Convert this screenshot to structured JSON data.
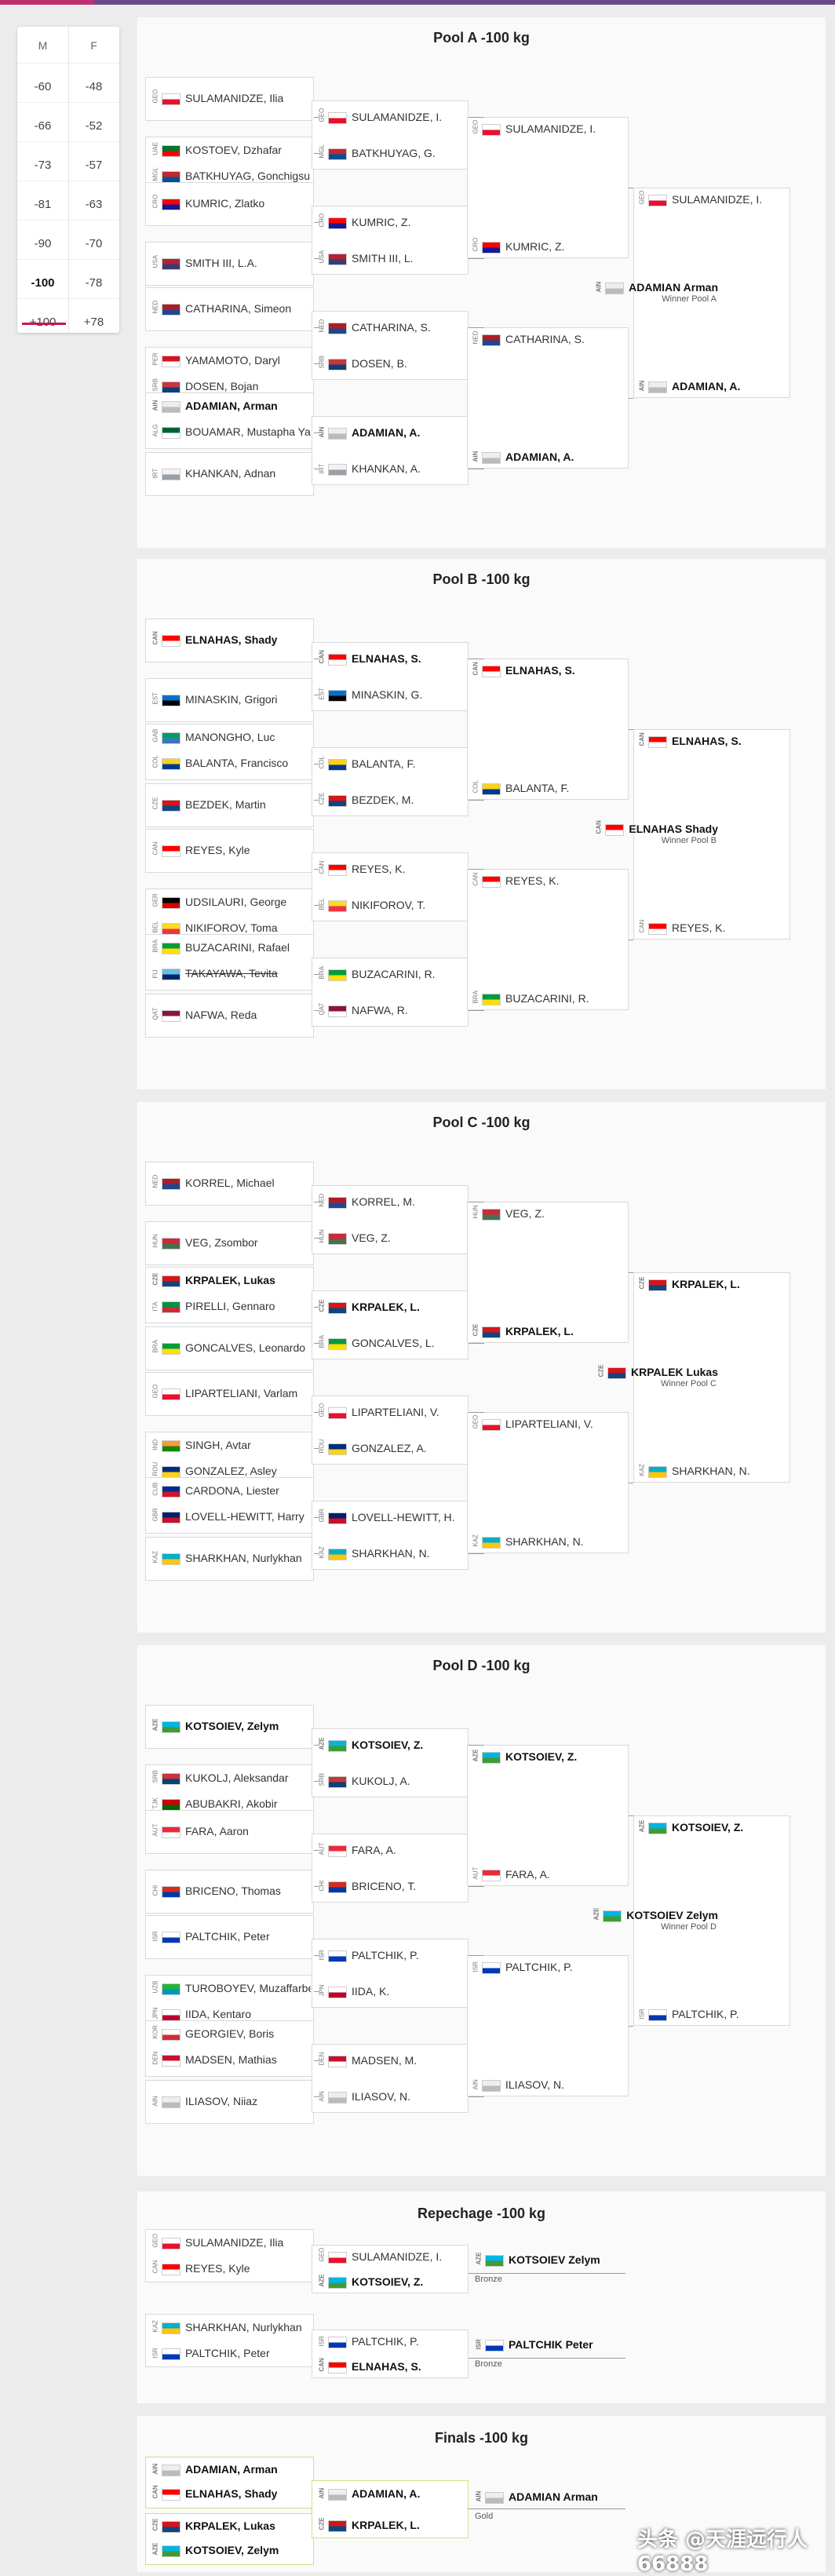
{
  "weights": {
    "headers": [
      "M",
      "F"
    ],
    "men": [
      "-60",
      "-66",
      "-73",
      "-81",
      "-90",
      "-100",
      "+100"
    ],
    "women": [
      "-48",
      "-52",
      "-57",
      "-63",
      "-70",
      "-78",
      "+78"
    ],
    "selected": "-100"
  },
  "colors": {
    "accent": "#c2185b",
    "top_bar": "#6b4a8c"
  },
  "pools": [
    {
      "title": "Pool A -100 kg",
      "r1": [
        [
          {
            "code": "GEO",
            "name": "SULAMANIDZE, Ilia",
            "bold": false
          }
        ],
        [
          {
            "code": "UAE",
            "name": "KOSTOEV, Dzhafar",
            "bold": false
          },
          {
            "code": "MGL",
            "name": "BATKHUYAG, Gonchigsuren",
            "bold": false
          }
        ],
        [
          {
            "code": "CRO",
            "name": "KUMRIC, Zlatko",
            "bold": false
          }
        ],
        [
          {
            "code": "USA",
            "name": "SMITH III, L.A.",
            "bold": false
          }
        ],
        [
          {
            "code": "NED",
            "name": "CATHARINA, Simeon",
            "bold": false
          }
        ],
        [
          {
            "code": "PER",
            "name": "YAMAMOTO, Daryl",
            "bold": false
          },
          {
            "code": "SRB",
            "name": "DOSEN, Bojan",
            "bold": false
          }
        ],
        [
          {
            "code": "AIN",
            "name": "ADAMIAN, Arman",
            "bold": true
          },
          {
            "code": "ALG",
            "name": "BOUAMAR, Mustapha Yasser",
            "bold": false
          }
        ],
        [
          {
            "code": "IRT",
            "name": "KHANKAN, Adnan",
            "bold": false
          }
        ]
      ],
      "r2": [
        [
          {
            "code": "GEO",
            "name": "SULAMANIDZE, I.",
            "bold": false
          },
          {
            "code": "MGL",
            "name": "BATKHUYAG, G.",
            "bold": false
          }
        ],
        [
          {
            "code": "CRO",
            "name": "KUMRIC, Z.",
            "bold": false
          },
          {
            "code": "USA",
            "name": "SMITH III, L.",
            "bold": false
          }
        ],
        [
          {
            "code": "NED",
            "name": "CATHARINA, S.",
            "bold": false
          },
          {
            "code": "SRB",
            "name": "DOSEN, B.",
            "bold": false
          }
        ],
        [
          {
            "code": "AIN",
            "name": "ADAMIAN, A.",
            "bold": true
          },
          {
            "code": "IRT",
            "name": "KHANKAN, A.",
            "bold": false
          }
        ]
      ],
      "r3": [
        [
          {
            "code": "GEO",
            "name": "SULAMANIDZE, I.",
            "bold": false
          },
          {
            "code": "CRO",
            "name": "KUMRIC, Z.",
            "bold": false
          }
        ],
        [
          {
            "code": "NED",
            "name": "CATHARINA, S.",
            "bold": false
          },
          {
            "code": "AIN",
            "name": "ADAMIAN, A.",
            "bold": true
          }
        ]
      ],
      "r4": [
        {
          "code": "GEO",
          "name": "SULAMANIDZE, I.",
          "bold": false
        },
        {
          "code": "AIN",
          "name": "ADAMIAN, A.",
          "bold": true
        }
      ],
      "winner": {
        "code": "AIN",
        "name": "ADAMIAN Arman",
        "label": "Winner Pool A"
      }
    },
    {
      "title": "Pool B -100 kg",
      "r1": [
        [
          {
            "code": "CAN",
            "name": "ELNAHAS, Shady",
            "bold": true
          }
        ],
        [
          {
            "code": "EST",
            "name": "MINASKIN, Grigori",
            "bold": false
          }
        ],
        [
          {
            "code": "GAB",
            "name": "MANONGHO, Luc",
            "bold": false
          },
          {
            "code": "COL",
            "name": "BALANTA, Francisco",
            "bold": false
          }
        ],
        [
          {
            "code": "CZE",
            "name": "BEZDEK, Martin",
            "bold": false
          }
        ],
        [
          {
            "code": "CAN",
            "name": "REYES, Kyle",
            "bold": false
          }
        ],
        [
          {
            "code": "GER",
            "name": "UDSILAURI, George",
            "bold": false
          },
          {
            "code": "BEL",
            "name": "NIKIFOROV, Toma",
            "bold": false
          }
        ],
        [
          {
            "code": "BRA",
            "name": "BUZACARINI, Rafael",
            "bold": false
          },
          {
            "code": "FIJ",
            "name": "TAKAYAWA, Tevita",
            "bold": false,
            "strike": true
          }
        ],
        [
          {
            "code": "QAT",
            "name": "NAFWA, Reda",
            "bold": false
          }
        ]
      ],
      "r2": [
        [
          {
            "code": "CAN",
            "name": "ELNAHAS, S.",
            "bold": true
          },
          {
            "code": "EST",
            "name": "MINASKIN, G.",
            "bold": false
          }
        ],
        [
          {
            "code": "COL",
            "name": "BALANTA, F.",
            "bold": false
          },
          {
            "code": "CZE",
            "name": "BEZDEK, M.",
            "bold": false
          }
        ],
        [
          {
            "code": "CAN",
            "name": "REYES, K.",
            "bold": false
          },
          {
            "code": "BEL",
            "name": "NIKIFOROV, T.",
            "bold": false
          }
        ],
        [
          {
            "code": "BRA",
            "name": "BUZACARINI, R.",
            "bold": false
          },
          {
            "code": "QAT",
            "name": "NAFWA, R.",
            "bold": false
          }
        ]
      ],
      "r3": [
        [
          {
            "code": "CAN",
            "name": "ELNAHAS, S.",
            "bold": true
          },
          {
            "code": "COL",
            "name": "BALANTA, F.",
            "bold": false
          }
        ],
        [
          {
            "code": "CAN",
            "name": "REYES, K.",
            "bold": false
          },
          {
            "code": "BRA",
            "name": "BUZACARINI, R.",
            "bold": false
          }
        ]
      ],
      "r4": [
        {
          "code": "CAN",
          "name": "ELNAHAS, S.",
          "bold": true
        },
        {
          "code": "CAN",
          "name": "REYES, K.",
          "bold": false
        }
      ],
      "winner": {
        "code": "CAN",
        "name": "ELNAHAS Shady",
        "label": "Winner Pool B"
      }
    },
    {
      "title": "Pool C -100 kg",
      "r1": [
        [
          {
            "code": "NED",
            "name": "KORREL, Michael",
            "bold": false
          }
        ],
        [
          {
            "code": "HUN",
            "name": "VEG, Zsombor",
            "bold": false
          }
        ],
        [
          {
            "code": "CZE",
            "name": "KRPALEK, Lukas",
            "bold": true
          },
          {
            "code": "ITA",
            "name": "PIRELLI, Gennaro",
            "bold": false
          }
        ],
        [
          {
            "code": "BRA",
            "name": "GONCALVES, Leonardo",
            "bold": false
          }
        ],
        [
          {
            "code": "GEO",
            "name": "LIPARTELIANI, Varlam",
            "bold": false
          }
        ],
        [
          {
            "code": "IND",
            "name": "SINGH, Avtar",
            "bold": false
          },
          {
            "code": "ROU",
            "name": "GONZALEZ, Asley",
            "bold": false
          }
        ],
        [
          {
            "code": "CUB",
            "name": "CARDONA, Liester",
            "bold": false
          },
          {
            "code": "GBR",
            "name": "LOVELL-HEWITT, Harry",
            "bold": false
          }
        ],
        [
          {
            "code": "KAZ",
            "name": "SHARKHAN, Nurlykhan",
            "bold": false
          }
        ]
      ],
      "r2": [
        [
          {
            "code": "NED",
            "name": "KORREL, M.",
            "bold": false
          },
          {
            "code": "HUN",
            "name": "VEG, Z.",
            "bold": false
          }
        ],
        [
          {
            "code": "CZE",
            "name": "KRPALEK, L.",
            "bold": true
          },
          {
            "code": "BRA",
            "name": "GONCALVES, L.",
            "bold": false
          }
        ],
        [
          {
            "code": "GEO",
            "name": "LIPARTELIANI, V.",
            "bold": false
          },
          {
            "code": "ROU",
            "name": "GONZALEZ, A.",
            "bold": false
          }
        ],
        [
          {
            "code": "GBR",
            "name": "LOVELL-HEWITT, H.",
            "bold": false
          },
          {
            "code": "KAZ",
            "name": "SHARKHAN, N.",
            "bold": false
          }
        ]
      ],
      "r3": [
        [
          {
            "code": "HUN",
            "name": "VEG, Z.",
            "bold": false
          },
          {
            "code": "CZE",
            "name": "KRPALEK, L.",
            "bold": true
          }
        ],
        [
          {
            "code": "GEO",
            "name": "LIPARTELIANI, V.",
            "bold": false
          },
          {
            "code": "KAZ",
            "name": "SHARKHAN, N.",
            "bold": false
          }
        ]
      ],
      "r4": [
        {
          "code": "CZE",
          "name": "KRPALEK, L.",
          "bold": true
        },
        {
          "code": "KAZ",
          "name": "SHARKHAN, N.",
          "bold": false
        }
      ],
      "winner": {
        "code": "CZE",
        "name": "KRPALEK Lukas",
        "label": "Winner Pool C"
      }
    },
    {
      "title": "Pool D -100 kg",
      "r1": [
        [
          {
            "code": "AZE",
            "name": "KOTSOIEV, Zelym",
            "bold": true
          }
        ],
        [
          {
            "code": "SRB",
            "name": "KUKOLJ, Aleksandar",
            "bold": false
          },
          {
            "code": "TJK",
            "name": "ABUBAKRI, Akobir",
            "bold": false
          }
        ],
        [
          {
            "code": "AUT",
            "name": "FARA, Aaron",
            "bold": false
          }
        ],
        [
          {
            "code": "CHI",
            "name": "BRICENO, Thomas",
            "bold": false
          }
        ],
        [
          {
            "code": "ISR",
            "name": "PALTCHIK, Peter",
            "bold": false
          }
        ],
        [
          {
            "code": "UZB",
            "name": "TUROBOYEV, Muzaffarbek",
            "bold": false
          },
          {
            "code": "JPN",
            "name": "IIDA, Kentaro",
            "bold": false
          }
        ],
        [
          {
            "code": "KOR",
            "name": "GEORGIEV, Boris",
            "bold": false
          },
          {
            "code": "DEN",
            "name": "MADSEN, Mathias",
            "bold": false
          }
        ],
        [
          {
            "code": "AIN",
            "name": "ILIASOV, Niiaz",
            "bold": false
          }
        ]
      ],
      "r2": [
        [
          {
            "code": "AZE",
            "name": "KOTSOIEV, Z.",
            "bold": true
          },
          {
            "code": "SRB",
            "name": "KUKOLJ, A.",
            "bold": false
          }
        ],
        [
          {
            "code": "AUT",
            "name": "FARA, A.",
            "bold": false
          },
          {
            "code": "CHI",
            "name": "BRICENO, T.",
            "bold": false
          }
        ],
        [
          {
            "code": "ISR",
            "name": "PALTCHIK, P.",
            "bold": false
          },
          {
            "code": "JPN",
            "name": "IIDA, K.",
            "bold": false
          }
        ],
        [
          {
            "code": "DEN",
            "name": "MADSEN, M.",
            "bold": false
          },
          {
            "code": "AIN",
            "name": "ILIASOV, N.",
            "bold": false
          }
        ]
      ],
      "r3": [
        [
          {
            "code": "AZE",
            "name": "KOTSOIEV, Z.",
            "bold": true
          },
          {
            "code": "AUT",
            "name": "FARA, A.",
            "bold": false
          }
        ],
        [
          {
            "code": "ISR",
            "name": "PALTCHIK, P.",
            "bold": false
          },
          {
            "code": "AIN",
            "name": "ILIASOV, N.",
            "bold": false
          }
        ]
      ],
      "r4": [
        {
          "code": "AZE",
          "name": "KOTSOIEV, Z.",
          "bold": true
        },
        {
          "code": "ISR",
          "name": "PALTCHIK, P.",
          "bold": false
        }
      ],
      "winner": {
        "code": "AZE",
        "name": "KOTSOIEV Zelym",
        "label": "Winner Pool D"
      }
    }
  ],
  "repechage": {
    "title": "Repechage -100 kg",
    "r1": [
      [
        {
          "code": "GEO",
          "name": "SULAMANIDZE, Ilia",
          "bold": false
        },
        {
          "code": "CAN",
          "name": "REYES, Kyle",
          "bold": false
        }
      ],
      [
        {
          "code": "KAZ",
          "name": "SHARKHAN, Nurlykhan",
          "bold": false
        },
        {
          "code": "ISR",
          "name": "PALTCHIK, Peter",
          "bold": false
        }
      ]
    ],
    "r2": [
      [
        {
          "code": "GEO",
          "name": "SULAMANIDZE, I.",
          "bold": false
        },
        {
          "code": "AZE",
          "name": "KOTSOIEV, Z.",
          "bold": true
        }
      ],
      [
        {
          "code": "ISR",
          "name": "PALTCHIK, P.",
          "bold": false
        },
        {
          "code": "CAN",
          "name": "ELNAHAS, S.",
          "bold": true
        }
      ]
    ],
    "r3": [
      {
        "code": "AZE",
        "name": "KOTSOIEV Zelym",
        "medal": "Bronze"
      },
      {
        "code": "ISR",
        "name": "PALTCHIK Peter",
        "medal": "Bronze"
      }
    ]
  },
  "finals": {
    "title": "Finals -100 kg",
    "r1": [
      [
        {
          "code": "AIN",
          "name": "ADAMIAN, Arman",
          "bold": true
        },
        {
          "code": "CAN",
          "name": "ELNAHAS, Shady",
          "bold": true
        }
      ],
      [
        {
          "code": "CZE",
          "name": "KRPALEK, Lukas",
          "bold": true
        },
        {
          "code": "AZE",
          "name": "KOTSOIEV, Zelym",
          "bold": true
        }
      ]
    ],
    "r2": [
      {
        "code": "AIN",
        "name": "ADAMIAN, A.",
        "bold": true
      },
      {
        "code": "CZE",
        "name": "KRPALEK, L.",
        "bold": true
      }
    ],
    "r3": {
      "code": "AIN",
      "name": "ADAMIAN Arman",
      "medal": "Gold"
    }
  },
  "watermark": "头条 @天涯远行人66888",
  "flag_colors": {
    "GEO": [
      "#ffffff",
      "#e8112d"
    ],
    "UAE": [
      "#00732f",
      "#ff0000"
    ],
    "MGL": [
      "#c4272f",
      "#015197"
    ],
    "CRO": [
      "#ff0000",
      "#171796"
    ],
    "USA": [
      "#b22234",
      "#3c3b6e"
    ],
    "NED": [
      "#ae1c28",
      "#21468b"
    ],
    "PER": [
      "#d91023",
      "#ffffff"
    ],
    "SRB": [
      "#c6363c",
      "#0c4076"
    ],
    "AIN": [
      "#eeeeee",
      "#bbbbbb"
    ],
    "ALG": [
      "#006233",
      "#ffffff"
    ],
    "IRT": [
      "#f2f2f2",
      "#9aa0a6"
    ],
    "CAN": [
      "#ff0000",
      "#ffffff"
    ],
    "EST": [
      "#0072ce",
      "#000000"
    ],
    "GAB": [
      "#009e60",
      "#3a75c4"
    ],
    "COL": [
      "#fcd116",
      "#003893"
    ],
    "CZE": [
      "#d7141a",
      "#11457e"
    ],
    "GER": [
      "#000000",
      "#dd0000"
    ],
    "BEL": [
      "#fdda24",
      "#ef3340"
    ],
    "BRA": [
      "#009c3b",
      "#ffdf00"
    ],
    "FIJ": [
      "#68bfe5",
      "#002868"
    ],
    "QAT": [
      "#8a1538",
      "#ffffff"
    ],
    "HUN": [
      "#ce2939",
      "#477050"
    ],
    "ITA": [
      "#009246",
      "#ce2b37"
    ],
    "IND": [
      "#ff9933",
      "#138808"
    ],
    "ROU": [
      "#002b7f",
      "#fcd116"
    ],
    "CUB": [
      "#002a8f",
      "#cf142b"
    ],
    "GBR": [
      "#012169",
      "#c8102e"
    ],
    "KAZ": [
      "#00afca",
      "#fec50c"
    ],
    "AZE": [
      "#00b5e2",
      "#3f9c35"
    ],
    "TJK": [
      "#cc0000",
      "#006600"
    ],
    "AUT": [
      "#ed2939",
      "#ffffff"
    ],
    "CHI": [
      "#d52b1e",
      "#0039a6"
    ],
    "ISR": [
      "#ffffff",
      "#0038b8"
    ],
    "UZB": [
      "#1eb53a",
      "#0099b5"
    ],
    "JPN": [
      "#ffffff",
      "#bc002d"
    ],
    "KOR": [
      "#ffffff",
      "#cd2e3a"
    ],
    "DEN": [
      "#c8102e",
      "#ffffff"
    ]
  }
}
